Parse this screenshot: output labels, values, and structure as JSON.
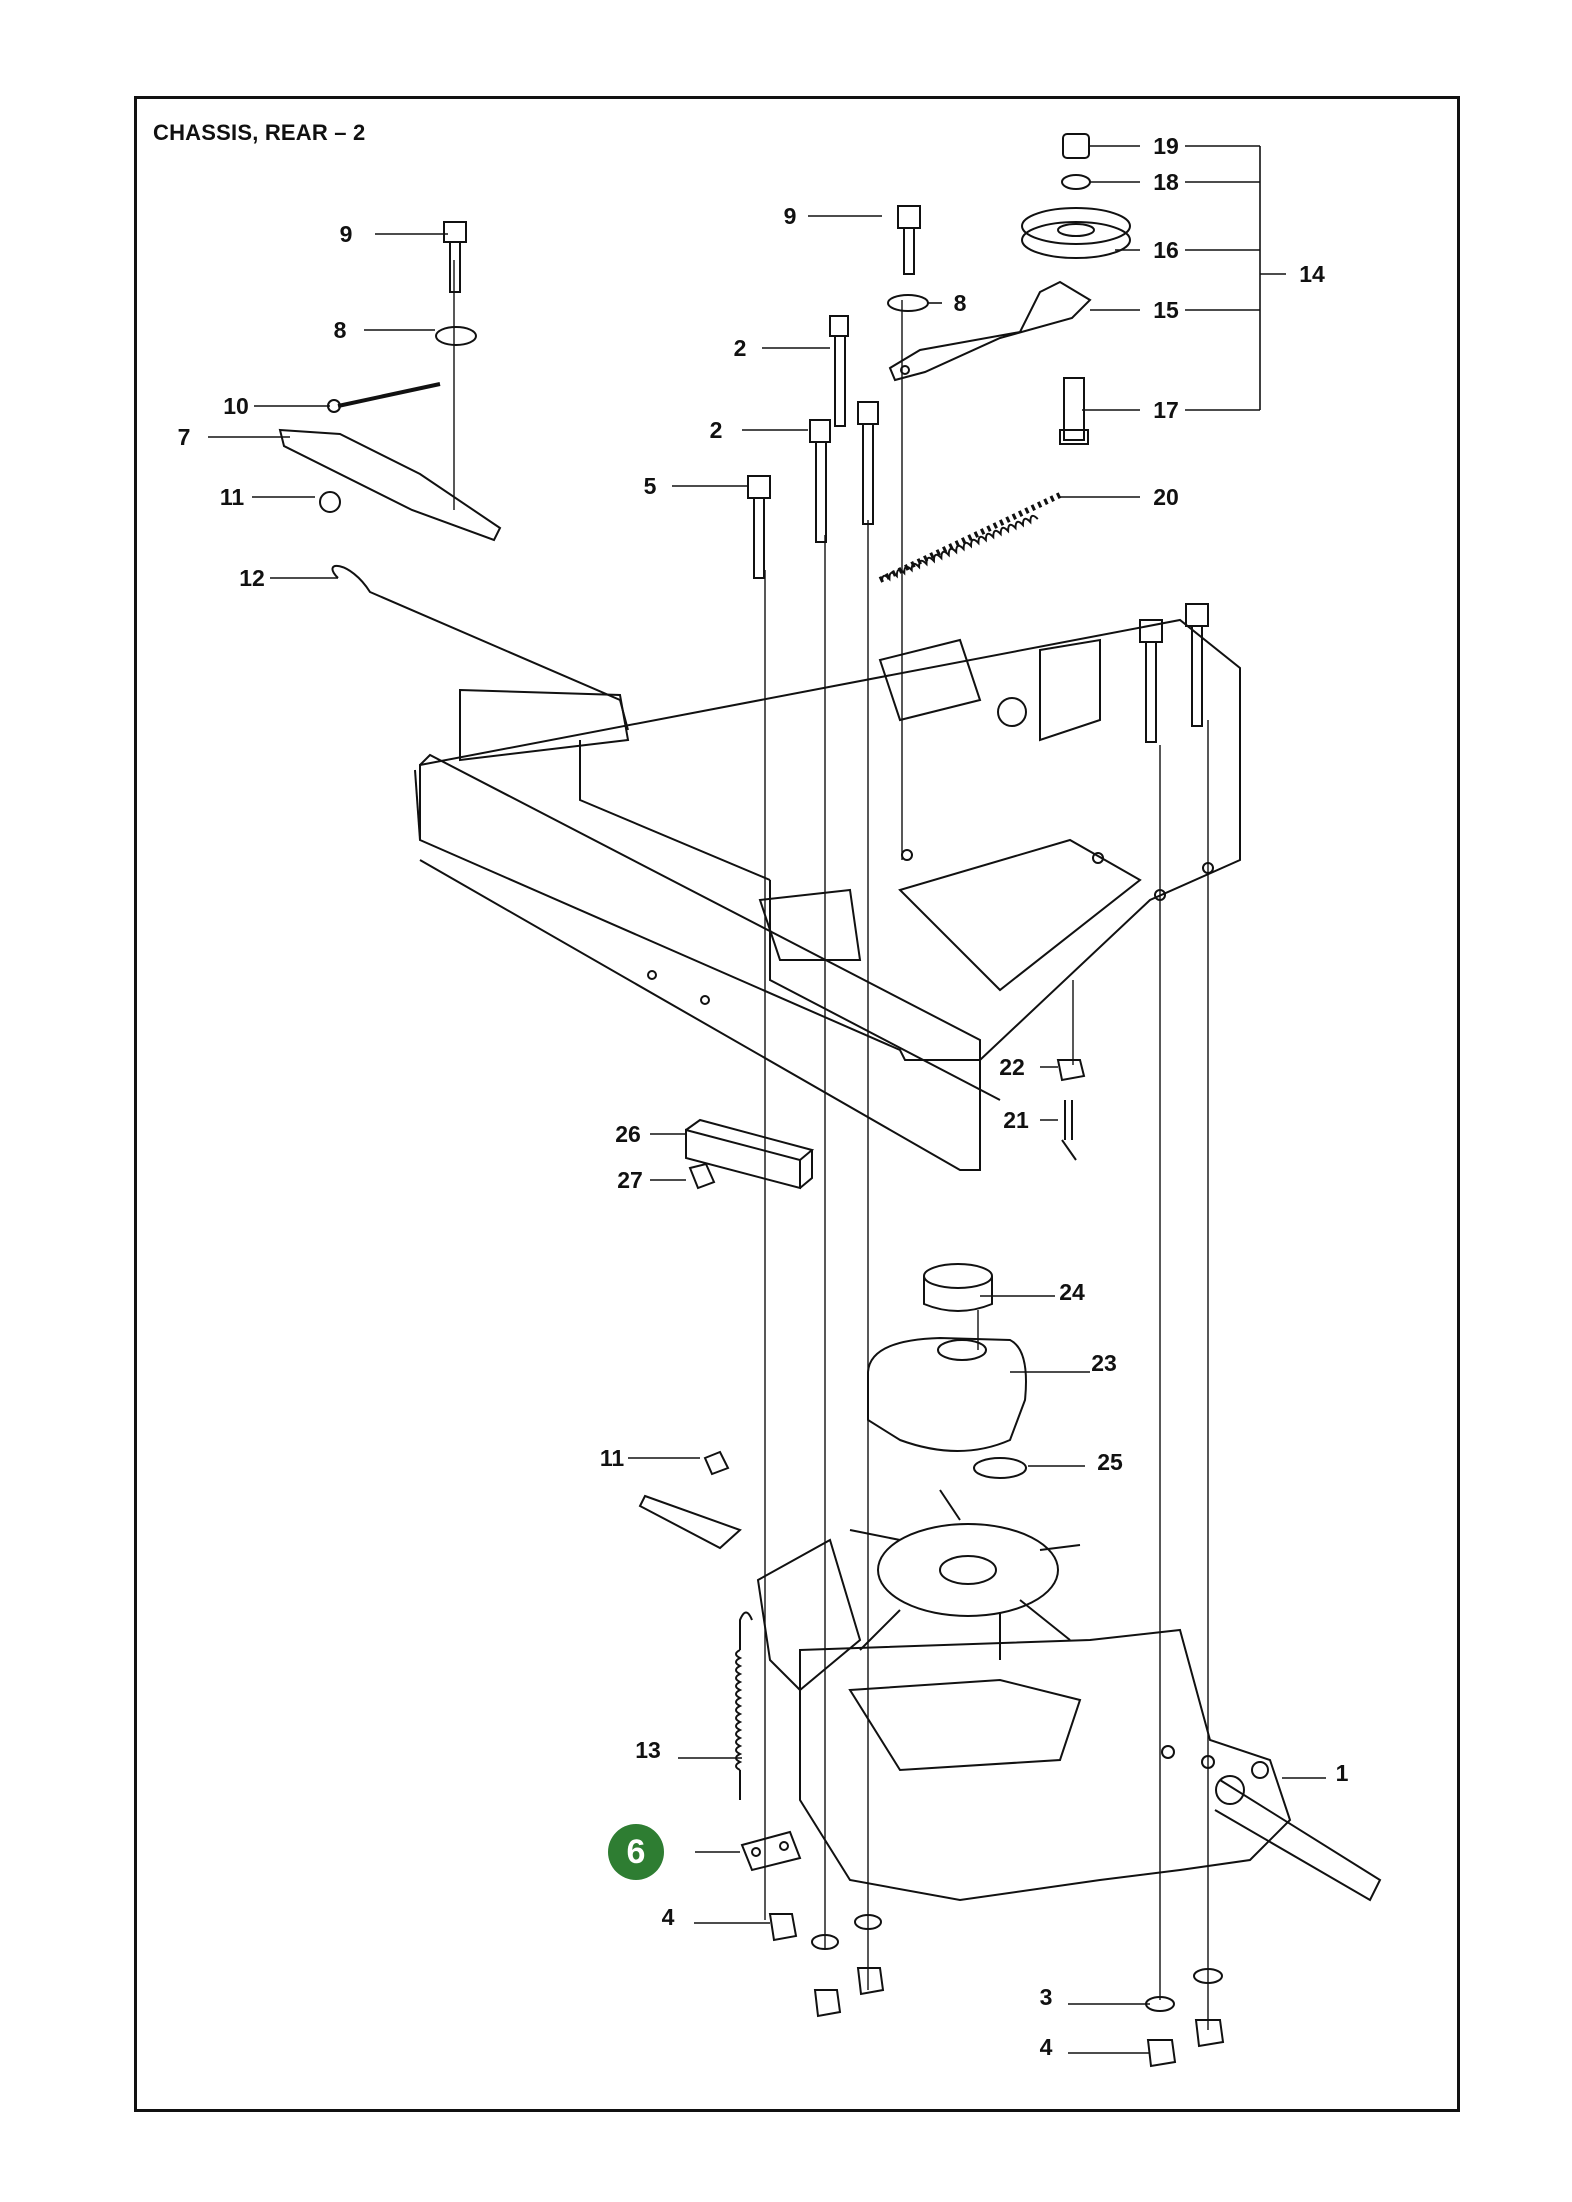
{
  "title": "CHASSIS, REAR – 2",
  "highlight": {
    "label": "6",
    "color": "#2e7d32"
  },
  "callouts": {
    "c1": "1",
    "c2a": "2",
    "c2b": "2",
    "c3": "3",
    "c4a": "4",
    "c4b": "4",
    "c5": "5",
    "c7": "7",
    "c8a": "8",
    "c8b": "8",
    "c9a": "9",
    "c9b": "9",
    "c10": "10",
    "c11a": "11",
    "c11b": "11",
    "c12": "12",
    "c13": "13",
    "c14": "14",
    "c15": "15",
    "c16": "16",
    "c17": "17",
    "c18": "18",
    "c19": "19",
    "c20": "20",
    "c21": "21",
    "c22": "22",
    "c23": "23",
    "c24": "24",
    "c25": "25",
    "c26": "26",
    "c27": "27"
  }
}
